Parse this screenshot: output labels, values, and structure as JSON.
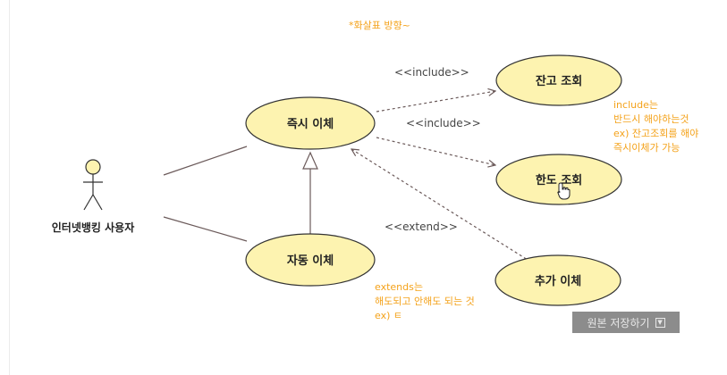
{
  "title_note": "*화살표 방향~",
  "actor": {
    "label": "인터넷뱅킹 사용자"
  },
  "use_cases": {
    "instant": "즉시 이체",
    "auto": "자동 이체",
    "balance": "잔고 조회",
    "limit": "한도 조회",
    "extra": "추가 이체"
  },
  "relations": {
    "include_1": "<<include>>",
    "include_2": "<<include>>",
    "extend": "<<extend>>"
  },
  "notes": {
    "include": [
      "include는",
      "반드시 해야하는것",
      "ex) 잔고조회를 해야",
      "즉시이체가 가능"
    ],
    "extend": [
      "extends는",
      "해도되고 안해도 되는 것",
      "ex) ㅌ"
    ]
  },
  "save_button": {
    "label": "원본 저장하기"
  },
  "colors": {
    "node_fill": "#fdf3b0",
    "node_stroke": "#333333",
    "note_text": "#f4a21a",
    "edge": "#6b5a5a"
  }
}
